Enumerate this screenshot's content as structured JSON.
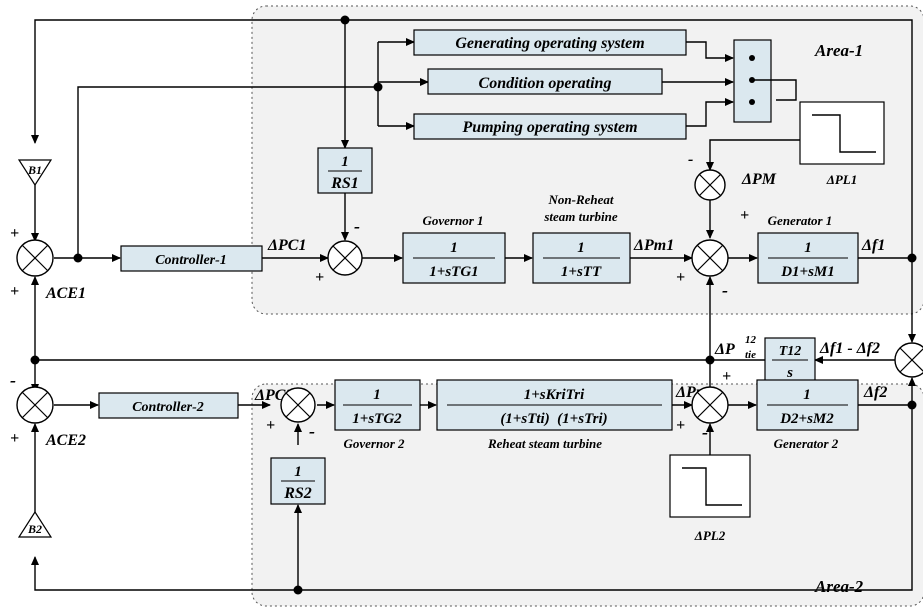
{
  "areas": {
    "area1": "Area-1",
    "area2": "Area-2"
  },
  "blocks": {
    "generating": "Generating operating system",
    "condition": "Condition operating",
    "pumping": "Pumping operating system",
    "controller1": "Controller-1",
    "controller2": "Controller-2",
    "rs1_num": "1",
    "rs1_den": "RS1",
    "rs2_num": "1",
    "rs2_den": "RS2",
    "gov1_num": "1",
    "gov1_den": "1+sTG1",
    "turb1_num": "1",
    "turb1_den": "1+sTT",
    "gen1_num": "1",
    "gen1_den": "D1+sM1",
    "gov2_num": "1",
    "gov2_den": "1+sTG2",
    "reheat_num": "1+sKriTri",
    "reheat_den": "(1+sTti)  (1+sTri)",
    "gen2_num": "1",
    "gen2_den": "D2+sM2",
    "tie_num": "T12",
    "tie_den": "s",
    "b1": "B1",
    "b2": "B2"
  },
  "captions": {
    "governor1": "Governor 1",
    "nonreheat_l1": "Non-Reheat",
    "nonreheat_l2": "steam turbine",
    "generator1": "Generator 1",
    "governor2": "Governor 2",
    "reheat": "Reheat steam turbine",
    "generator2": "Generator 2",
    "pl1": "ΔPL1",
    "pl2": "ΔPL2"
  },
  "signals": {
    "dpc1": "ΔPC1",
    "dpm1": "ΔPm1",
    "df1": "Δf1",
    "dpm": "ΔPM",
    "ptie": "ΔP",
    "ptie_sup": "12",
    "ptie_sub": "tie",
    "df_diff": "Δf1 - Δf2",
    "dpc2": "ΔPC2",
    "dpm2": "ΔPm2",
    "df2": "Δf2",
    "ace1": "ACE1",
    "ace2": "ACE2"
  },
  "signs": {
    "plus": "+",
    "minus": "-"
  }
}
